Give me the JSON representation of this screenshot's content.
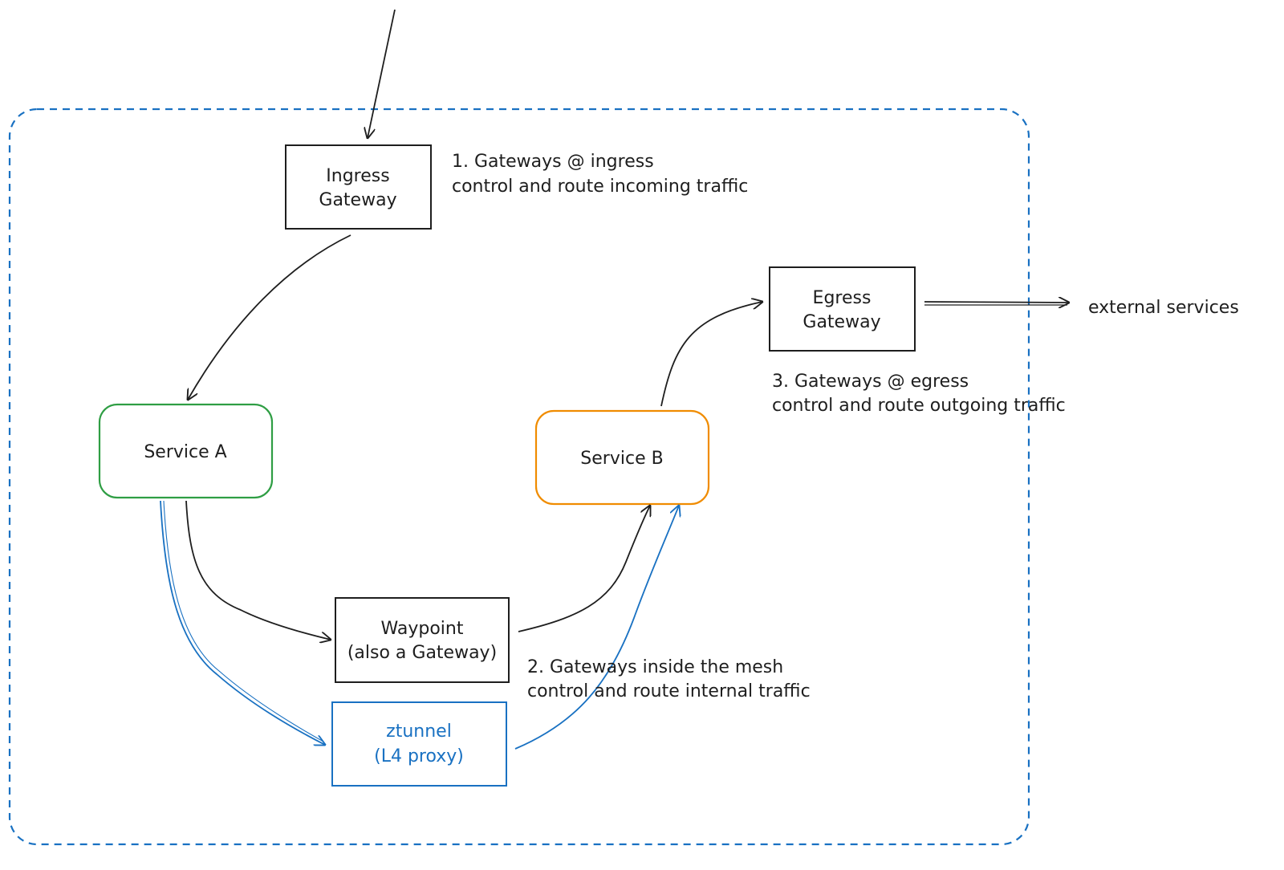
{
  "colors": {
    "ink": "#1e1e1e",
    "mesh_border": "#1971c2",
    "service_a": "#2f9e44",
    "service_b": "#f08c00",
    "ztunnel": "#1971c2"
  },
  "nodes": {
    "ingress": {
      "line1": "Ingress",
      "line2": "Gateway"
    },
    "egress": {
      "line1": "Egress",
      "line2": "Gateway"
    },
    "service_a": {
      "label": "Service A"
    },
    "service_b": {
      "label": "Service B"
    },
    "waypoint": {
      "line1": "Waypoint",
      "line2": "(also a Gateway)"
    },
    "ztunnel": {
      "line1": "ztunnel",
      "line2": "(L4 proxy)"
    }
  },
  "notes": {
    "ingress": {
      "line1": "1. Gateways @ ingress",
      "line2": "control and route incoming traffic"
    },
    "mesh": {
      "line1": "2. Gateways inside the mesh",
      "line2": "control and route internal traffic"
    },
    "egress": {
      "line1": "3. Gateways @ egress",
      "line2": "control and route outgoing traffic"
    },
    "external": "external services"
  }
}
